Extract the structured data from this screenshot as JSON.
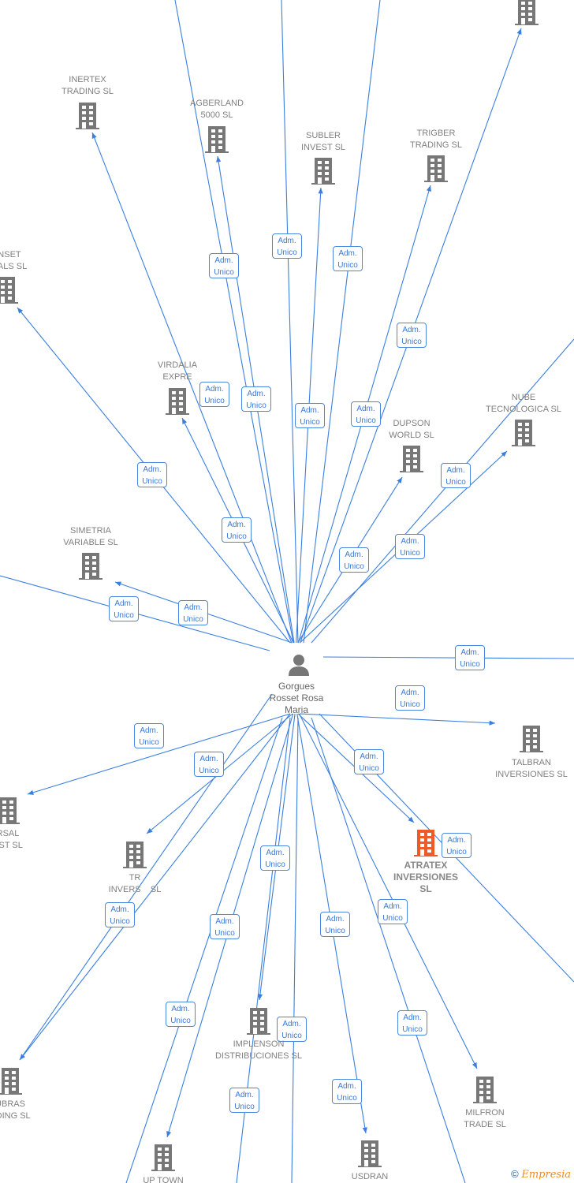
{
  "person": {
    "name": "Gorgues Rosset Rosa Maria"
  },
  "role_label": {
    "line1": "Adm.",
    "line2": "Unico"
  },
  "companies": [
    {
      "name": "INERTEX TRADING SL",
      "lines": [
        "INERTEX",
        "TRADING SL"
      ]
    },
    {
      "name": "AGBERLAND 5000 SL",
      "lines": [
        "AGBERLAND",
        "5000 SL"
      ]
    },
    {
      "name": "SUBLER INVEST SL",
      "lines": [
        "SUBLER",
        "INVEST SL"
      ]
    },
    {
      "name": "TRIGBER TRADING SL",
      "lines": [
        "TRIGBER",
        "TRADING SL"
      ]
    },
    {
      "name": "",
      "lines": []
    },
    {
      "name": "UNSET OVALS SL",
      "lines": [
        "UNSET",
        "OVALS SL"
      ]
    },
    {
      "name": "VIRDALIA EXPRE",
      "lines": [
        "VIRDALIA",
        "EXPRE"
      ]
    },
    {
      "name": "DUPSON WORLD SL",
      "lines": [
        "DUPSON",
        "WORLD SL"
      ]
    },
    {
      "name": "NUBE TECNOLOGICA SL",
      "lines": [
        "NUBE",
        "TECNOLOGICA SL"
      ]
    },
    {
      "name": "SIMETRIA VARIABLE SL",
      "lines": [
        "SIMETRIA",
        "VARIABLE SL"
      ]
    },
    {
      "name": "TALBRAN INVERSIONES SL",
      "lines": [
        "TALBRAN",
        "INVERSIONES SL"
      ]
    },
    {
      "name": "ATRATEX INVERSIONES SL",
      "lines": [
        "ATRATEX",
        "INVERSIONES",
        "SL"
      ],
      "highlight": true
    },
    {
      "name": "RSAL EST SL",
      "lines": [
        "RSAL",
        "EST SL"
      ]
    },
    {
      "name": "TR INVERS SL",
      "lines": [
        "TR",
        "INVERS    SL"
      ]
    },
    {
      "name": "UBRAS ADING SL",
      "lines": [
        "UBRAS",
        "ADING SL"
      ]
    },
    {
      "name": "IMPLENSON DISTRIBUCIONES SL",
      "lines": [
        "IMPLENSON",
        "DISTRIBUCIONES SL"
      ]
    },
    {
      "name": "MILFRON TRADE SL",
      "lines": [
        "MILFRON",
        "TRADE SL"
      ]
    },
    {
      "name": "UP TOWN",
      "lines": [
        "UP TOWN"
      ]
    },
    {
      "name": "USDRAN",
      "lines": [
        "USDRAN"
      ]
    }
  ],
  "colors": {
    "edge": "#3a7fe0",
    "building": "#777777",
    "highlight": "#f05a28"
  },
  "copyright": {
    "symbol": "©",
    "brand": "Empresia"
  }
}
